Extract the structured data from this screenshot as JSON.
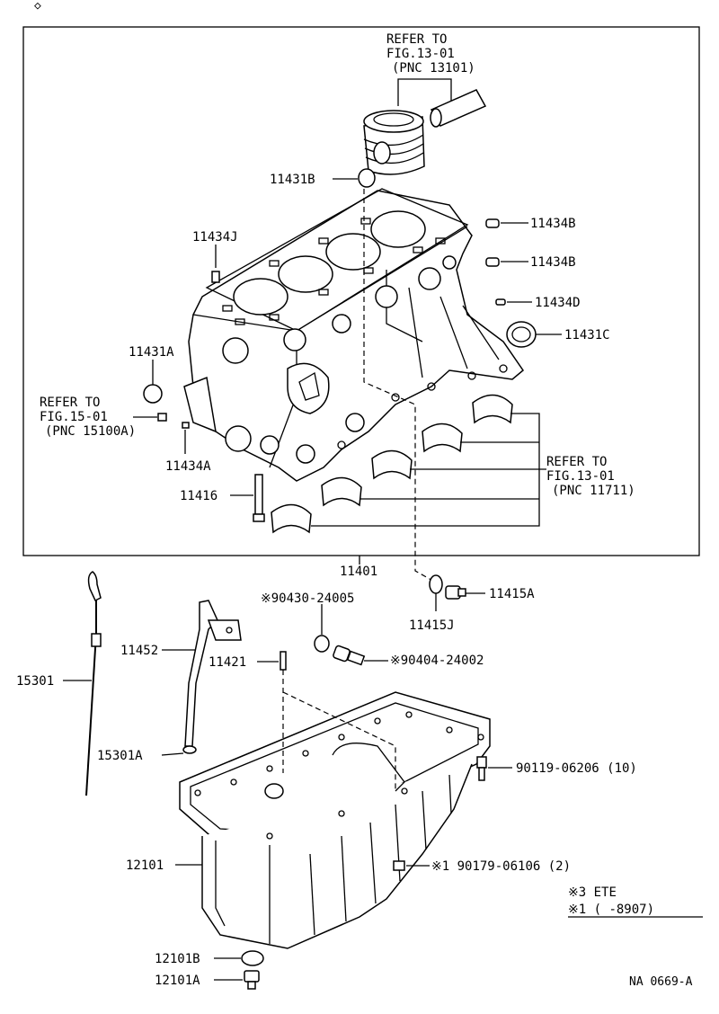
{
  "labels": {
    "refer_piston": [
      "REFER TO",
      "FIG.13-01",
      "(PNC 13101)"
    ],
    "refer_15": [
      "REFER TO",
      "FIG.15-01",
      "(PNC 15100A)"
    ],
    "refer_bearing": [
      "REFER TO",
      "FIG.13-01",
      "(PNC 11711)"
    ],
    "p11431B": "11431B",
    "p11434J": "11434J",
    "p11434B_1": "11434B",
    "p11434B_2": "11434B",
    "p11434D": "11434D",
    "p11431C": "11431C",
    "p11431A": "11431A",
    "p11434A": "11434A",
    "p11416": "11416",
    "p11401": "11401",
    "p90430": "※90430-24005",
    "p11415A": "11415A",
    "p11415J": "11415J",
    "p11452": "11452",
    "p11421": "11421",
    "p90404": "※90404-24002",
    "p15301": "15301",
    "p15301A": "15301A",
    "p90119": "90119-06206 (10)",
    "p12101": "12101",
    "p90179": "※1  90179-06106 (2)",
    "p12101B": "12101B",
    "p12101A": "12101A"
  },
  "notes": {
    "note1": "※3 ETE",
    "note2": "※1 (      -8907)",
    "code": "NA 0669-A"
  }
}
